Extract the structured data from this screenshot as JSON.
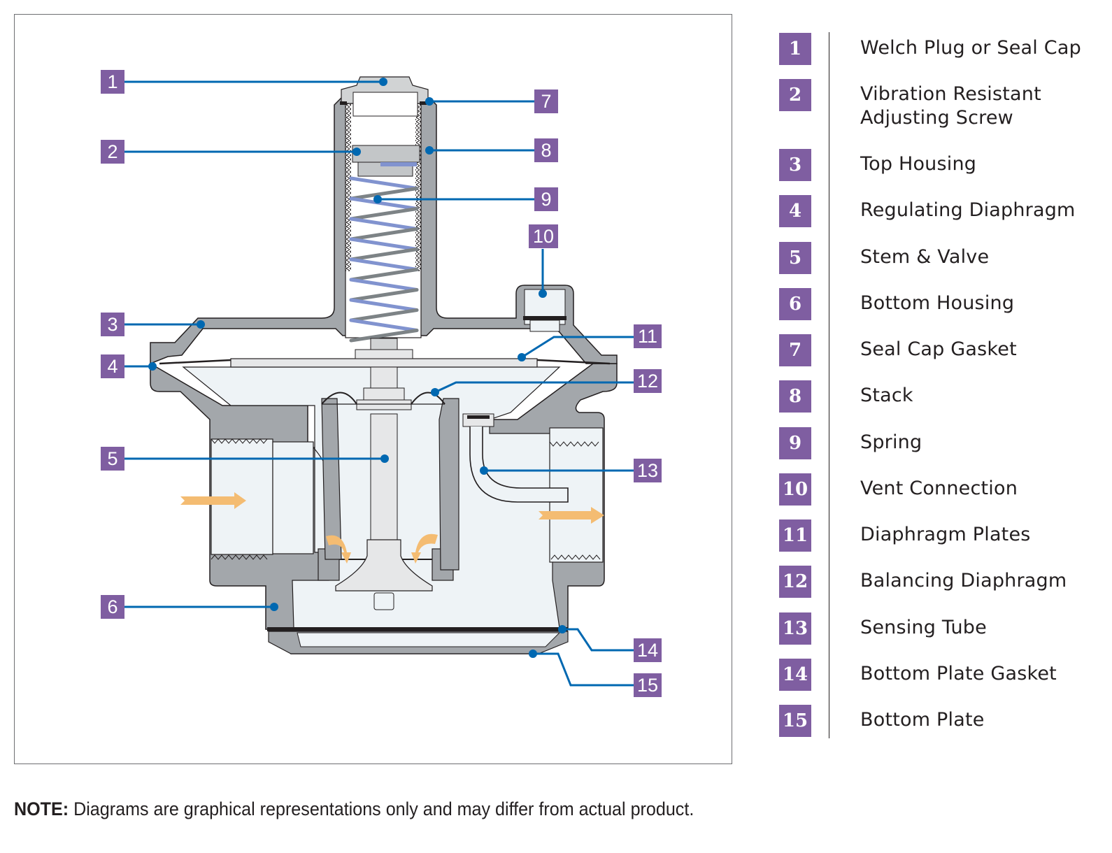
{
  "diagram": {
    "title": "Gas pressure regulator cross-section",
    "colors": {
      "callout_badge": "#7f5ea1",
      "leader_line": "#0068b1",
      "housing_metal": "#a3a7ab",
      "interior": "#eef3f6",
      "spring_blue": "#8193cf",
      "spring_gray": "#7d8386",
      "flow_arrow": "#f4bc72"
    },
    "callouts": [
      {
        "num": "1"
      },
      {
        "num": "2"
      },
      {
        "num": "3"
      },
      {
        "num": "4"
      },
      {
        "num": "5"
      },
      {
        "num": "6"
      },
      {
        "num": "7"
      },
      {
        "num": "8"
      },
      {
        "num": "9"
      },
      {
        "num": "10"
      },
      {
        "num": "11"
      },
      {
        "num": "12"
      },
      {
        "num": "13"
      },
      {
        "num": "14"
      },
      {
        "num": "15"
      }
    ],
    "flow_arrows": [
      "inlet-flow",
      "outlet-flow",
      "valve-flow-left",
      "valve-flow-right"
    ]
  },
  "legend": [
    {
      "num": "1",
      "label": "Welch Plug or Seal Cap"
    },
    {
      "num": "2",
      "label": "Vibration Resistant\nAdjusting Screw"
    },
    {
      "num": "3",
      "label": "Top Housing"
    },
    {
      "num": "4",
      "label": "Regulating Diaphragm"
    },
    {
      "num": "5",
      "label": "Stem & Valve"
    },
    {
      "num": "6",
      "label": "Bottom Housing"
    },
    {
      "num": "7",
      "label": "Seal Cap Gasket"
    },
    {
      "num": "8",
      "label": "Stack"
    },
    {
      "num": "9",
      "label": "Spring"
    },
    {
      "num": "10",
      "label": "Vent Connection"
    },
    {
      "num": "11",
      "label": "Diaphragm Plates"
    },
    {
      "num": "12",
      "label": "Balancing Diaphragm"
    },
    {
      "num": "13",
      "label": "Sensing Tube"
    },
    {
      "num": "14",
      "label": "Bottom Plate Gasket"
    },
    {
      "num": "15",
      "label": "Bottom Plate"
    }
  ],
  "note": {
    "prefix": "NOTE:",
    "text": " Diagrams are graphical representations only and may differ from actual product."
  }
}
